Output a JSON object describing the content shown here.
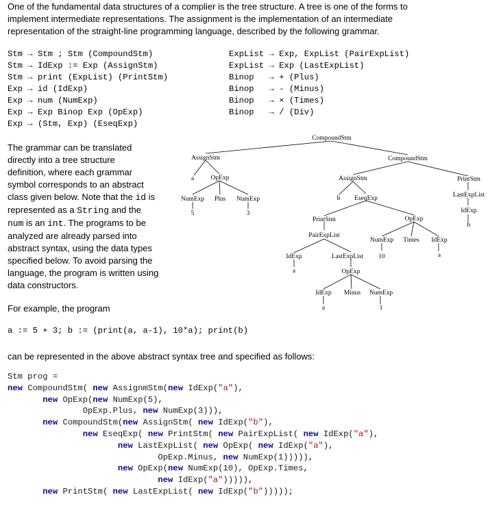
{
  "intro": {
    "line1": "One of the fundamental data structures of a complier is the tree structure.  A tree is one of the forms to",
    "line2": "implement intermediate representations.  The assignment is the implementation of an intermediate",
    "line3": "representation of the straight-line programming language, described by the following grammar."
  },
  "grammar_left": [
    {
      "lhs": "Stm",
      "rhs": "Stm ; Stm (CompoundStm)"
    },
    {
      "lhs": "Stm",
      "rhs": "IdExp := Exp (AssignStm)"
    },
    {
      "lhs": "Stm",
      "rhs": "print (ExpList) (PrintStm)"
    },
    {
      "lhs": "Exp",
      "rhs": "id (IdExp)"
    },
    {
      "lhs": "Exp",
      "rhs": "num (NumExp)"
    },
    {
      "lhs": "Exp",
      "rhs": "Exp Binop Exp (OpExp)"
    },
    {
      "lhs": "Exp",
      "rhs": "(Stm, Exp) (EseqExp)"
    }
  ],
  "grammar_right": [
    {
      "lhs": "ExpList",
      "rhs": "Exp, ExpList (PairExpList)"
    },
    {
      "lhs": "ExpList",
      "rhs": "Exp (LastExpList)"
    },
    {
      "lhs": "Binop",
      "rhs": "+ (Plus)"
    },
    {
      "lhs": "Binop",
      "rhs": "- (Minus)"
    },
    {
      "lhs": "Binop",
      "rhs": "× (Times)"
    },
    {
      "lhs": "Binop",
      "rhs": "/ (Div)"
    }
  ],
  "arrow": "→",
  "description": {
    "l1": "The grammar can be translated",
    "l2": "directly into a tree structure",
    "l3": "definition, where each grammar",
    "l4": "symbol corresponds to an abstract",
    "l5a": "class given below.  Note that the ",
    "l5b": "id",
    "l5c": " is",
    "l6a": "represented as a ",
    "l6b": "String",
    "l6c": " and the",
    "l7a": "num",
    "l7b": " is an ",
    "l7c": "int",
    "l7d": ".  The programs to be",
    "l8": "analyzed are already parsed into",
    "l9": "abstract syntax, using the data types",
    "l10": "specified below. To avoid parsing the",
    "l11": "language, the program is written using",
    "l12": "data constructors."
  },
  "tree_labels": {
    "root": "CompoundStm",
    "assign1": "AssignStm",
    "a1": "a",
    "opexp1": "OpExp",
    "numexp5": "NumExp",
    "plus": "Plus",
    "numexp3": "NumExp",
    "five": "5",
    "three": "3",
    "compound2": "CompoundStm",
    "assign2": "AssignStm",
    "b1": "b",
    "eseq": "EseqExp",
    "printstm1": "PrintStm",
    "pairexplist": "PairExpList",
    "idexp_a1": "IdExp",
    "a2": "a",
    "lastexplist1": "LastExpList",
    "ten": "10",
    "opexp2": "OpExp",
    "idexp_a2": "IdExp",
    "a3": "a",
    "minus": "Minus",
    "numexp1": "NumExp",
    "one": "1",
    "opexp3": "OpExp",
    "numexp_t": "NumExp",
    "times": "Times",
    "idexp_t": "IdExp",
    "a4": "a",
    "printstm2": "PrintStm",
    "lastexplist2": "LastExpList",
    "idexp_b": "IdExp",
    "b2": "b"
  },
  "example_label": "For example, the program",
  "example_program": "a := 5 + 3; b := (print(a, a-1), 10*a); print(b)",
  "repr_label": "can be represented in the above abstract syntax tree and specified as follows:",
  "code": [
    [
      [
        "t",
        "Stm prog ="
      ]
    ],
    [
      [
        "k",
        "new"
      ],
      [
        "t",
        " CompoundStm( "
      ],
      [
        "k",
        "new"
      ],
      [
        "t",
        " AssignmStm("
      ],
      [
        "k",
        "new"
      ],
      [
        "t",
        " IdExp("
      ],
      [
        "s",
        "\"a\""
      ],
      [
        "t",
        "),"
      ]
    ],
    [
      [
        "t",
        "       "
      ],
      [
        "k",
        "new"
      ],
      [
        "t",
        " OpExp("
      ],
      [
        "k",
        "new"
      ],
      [
        "t",
        " NumExp(5),"
      ]
    ],
    [
      [
        "t",
        "               OpExp.Plus, "
      ],
      [
        "k",
        "new"
      ],
      [
        "t",
        " NumExp(3))),"
      ]
    ],
    [
      [
        "t",
        "       "
      ],
      [
        "k",
        "new"
      ],
      [
        "t",
        " CompoundStm("
      ],
      [
        "k",
        "new"
      ],
      [
        "t",
        " AssignStm( "
      ],
      [
        "k",
        "new"
      ],
      [
        "t",
        " IdExp("
      ],
      [
        "s",
        "\"b\""
      ],
      [
        "t",
        "),"
      ]
    ],
    [
      [
        "t",
        "               "
      ],
      [
        "k",
        "new"
      ],
      [
        "t",
        " EseqExp( "
      ],
      [
        "k",
        "new"
      ],
      [
        "t",
        " PrintStm( "
      ],
      [
        "k",
        "new"
      ],
      [
        "t",
        " PairExpList( "
      ],
      [
        "k",
        "new"
      ],
      [
        "t",
        " IdExp("
      ],
      [
        "s",
        "\"a\""
      ],
      [
        "t",
        "),"
      ]
    ],
    [
      [
        "t",
        "                      "
      ],
      [
        "k",
        "new"
      ],
      [
        "t",
        " LastExpList( "
      ],
      [
        "k",
        "new"
      ],
      [
        "t",
        " OpExp( "
      ],
      [
        "k",
        "new"
      ],
      [
        "t",
        " IdExp("
      ],
      [
        "s",
        "\"a\""
      ],
      [
        "t",
        "),"
      ]
    ],
    [
      [
        "t",
        "                              OpExp.Minus, "
      ],
      [
        "k",
        "new"
      ],
      [
        "t",
        " NumExp(1))))),"
      ]
    ],
    [
      [
        "t",
        "                      "
      ],
      [
        "k",
        "new"
      ],
      [
        "t",
        " OpExp("
      ],
      [
        "k",
        "new"
      ],
      [
        "t",
        " NumExp(10), OpExp.Times,"
      ]
    ],
    [
      [
        "t",
        "                              "
      ],
      [
        "k",
        "new"
      ],
      [
        "t",
        " IdExp("
      ],
      [
        "s",
        "\"a\""
      ],
      [
        "t",
        "))))),"
      ]
    ],
    [
      [
        "t",
        "       "
      ],
      [
        "k",
        "new"
      ],
      [
        "t",
        " PrintStm( "
      ],
      [
        "k",
        "new"
      ],
      [
        "t",
        " LastExpList( "
      ],
      [
        "k",
        "new"
      ],
      [
        "t",
        " IdExp("
      ],
      [
        "s",
        "\"b\""
      ],
      [
        "t",
        ")))));"
      ]
    ]
  ]
}
